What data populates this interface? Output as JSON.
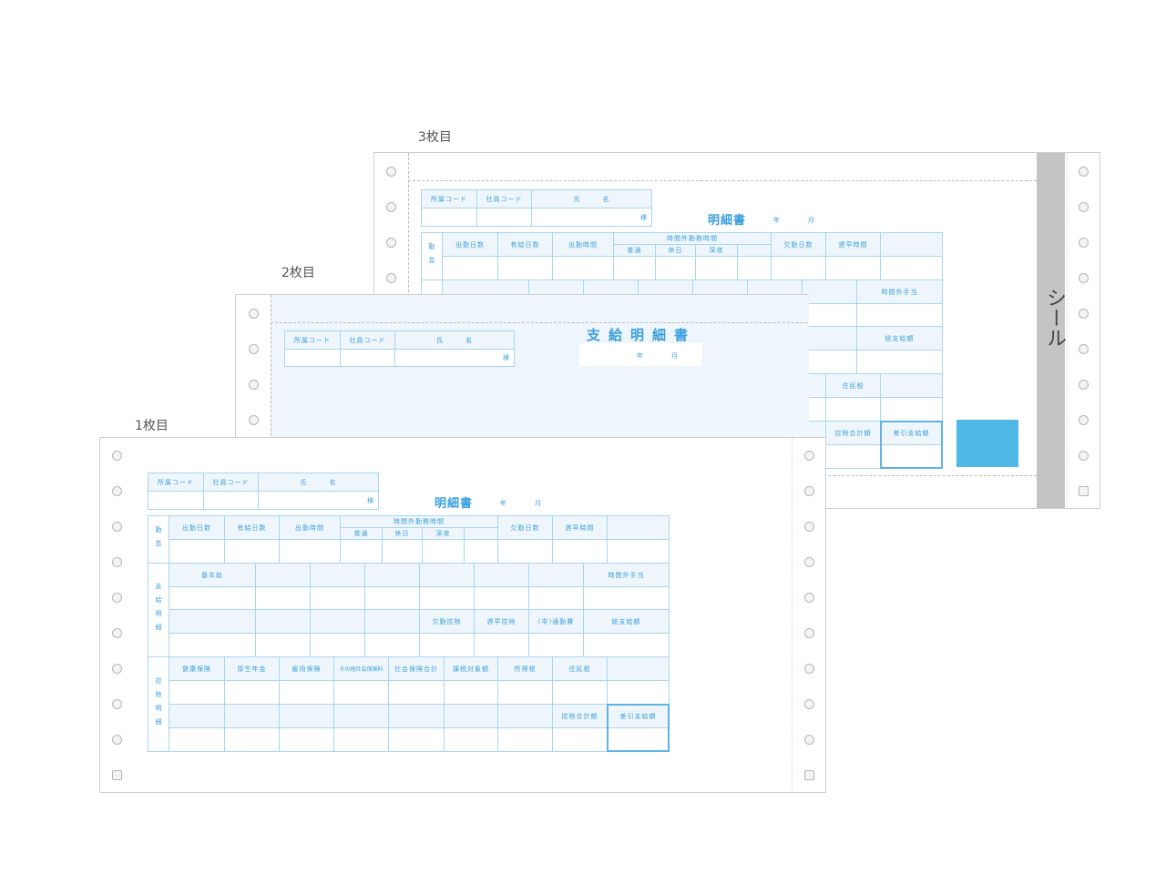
{
  "labels": {
    "sheet1": "1枚目",
    "sheet2": "2枚目",
    "sheet3": "3枚目"
  },
  "seal_label": "シール",
  "colors": {
    "form_line": "#a9d5f0",
    "form_text": "#3a9fdc",
    "seal_strip": "#c4c4c4",
    "blue_patch": "#4fb8e6",
    "sheet2_bg": "#eef5fb"
  },
  "form": {
    "header": {
      "dept_code": "所属コード",
      "emp_code": "社員コード",
      "name": "氏　　　名",
      "sama": "様"
    },
    "title": "明細書",
    "year": "年",
    "month": "月",
    "attendance": {
      "section": "勤怠",
      "cols": [
        "出勤日数",
        "有給日数",
        "出勤時間",
        "欠勤日数",
        "遅早時間"
      ],
      "overtime": "時間外勤務時間",
      "overtime_sub": [
        "普通",
        "休日",
        "深夜"
      ]
    },
    "payment": {
      "section": "支給明細",
      "base_pay": "基本給",
      "overtime_pay": "時間外手当",
      "absence_deduction": "欠勤控除",
      "late_deduction": "遅早控除",
      "commute": "(非)通勤費",
      "total": "総支給額"
    },
    "deduction": {
      "section": "控除明細",
      "cols": [
        "健康保険",
        "厚生年金",
        "雇用保険",
        "その他社会保険料",
        "社会保険合計",
        "課税対象額",
        "所得税",
        "住民税"
      ],
      "total": "控除合計額",
      "net": "差引支給額"
    }
  },
  "sheet2": {
    "title": "支給明細書",
    "year": "年",
    "month": "月",
    "header": {
      "dept_code": "所属コード",
      "emp_code": "社員コード",
      "name": "氏　　　名",
      "sama": "様"
    }
  }
}
